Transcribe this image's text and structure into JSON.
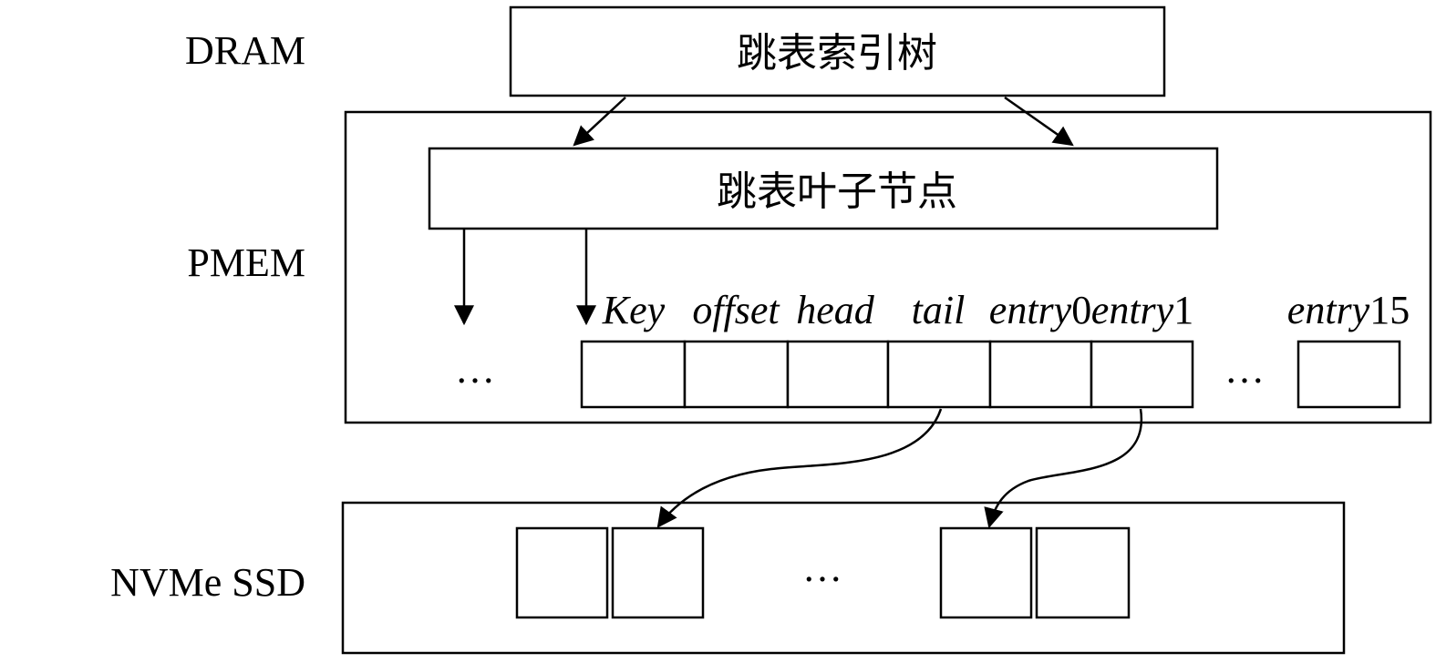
{
  "layers": {
    "dram": "DRAM",
    "pmem": "PMEM",
    "nvme": "NVMe SSD"
  },
  "nodes": {
    "index_tree": "跳表索引树",
    "leaf_node": "跳表叶子节点"
  },
  "fields": {
    "key": "Key",
    "offset": "offset",
    "head": "head",
    "tail": "tail",
    "entry0_name": "entry",
    "entry0_num": "0",
    "entry1_name": "entry",
    "entry1_num": "1",
    "entry15_name": "entry",
    "entry15_num": "15"
  },
  "ellipses": {
    "pmem_left": "…",
    "pmem_entries": "…",
    "ssd_blocks": "…"
  }
}
